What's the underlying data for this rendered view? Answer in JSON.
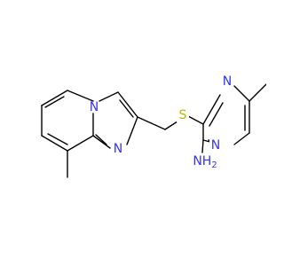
{
  "molecule": {
    "atoms": {
      "n_bridge": {
        "label": "N",
        "color": "#3333ff"
      },
      "n_imid": {
        "label": "N",
        "color": "#3333ff"
      },
      "s": {
        "label": "S",
        "color": "#b8b800"
      },
      "n_top": {
        "label": "N",
        "color": "#3333ff"
      },
      "n_bottom": {
        "label": "N",
        "color": "#3333ff"
      },
      "nh2": {
        "label": "NH",
        "sub": "2",
        "color": "#3333ff"
      }
    },
    "bond_color": "#000000"
  }
}
